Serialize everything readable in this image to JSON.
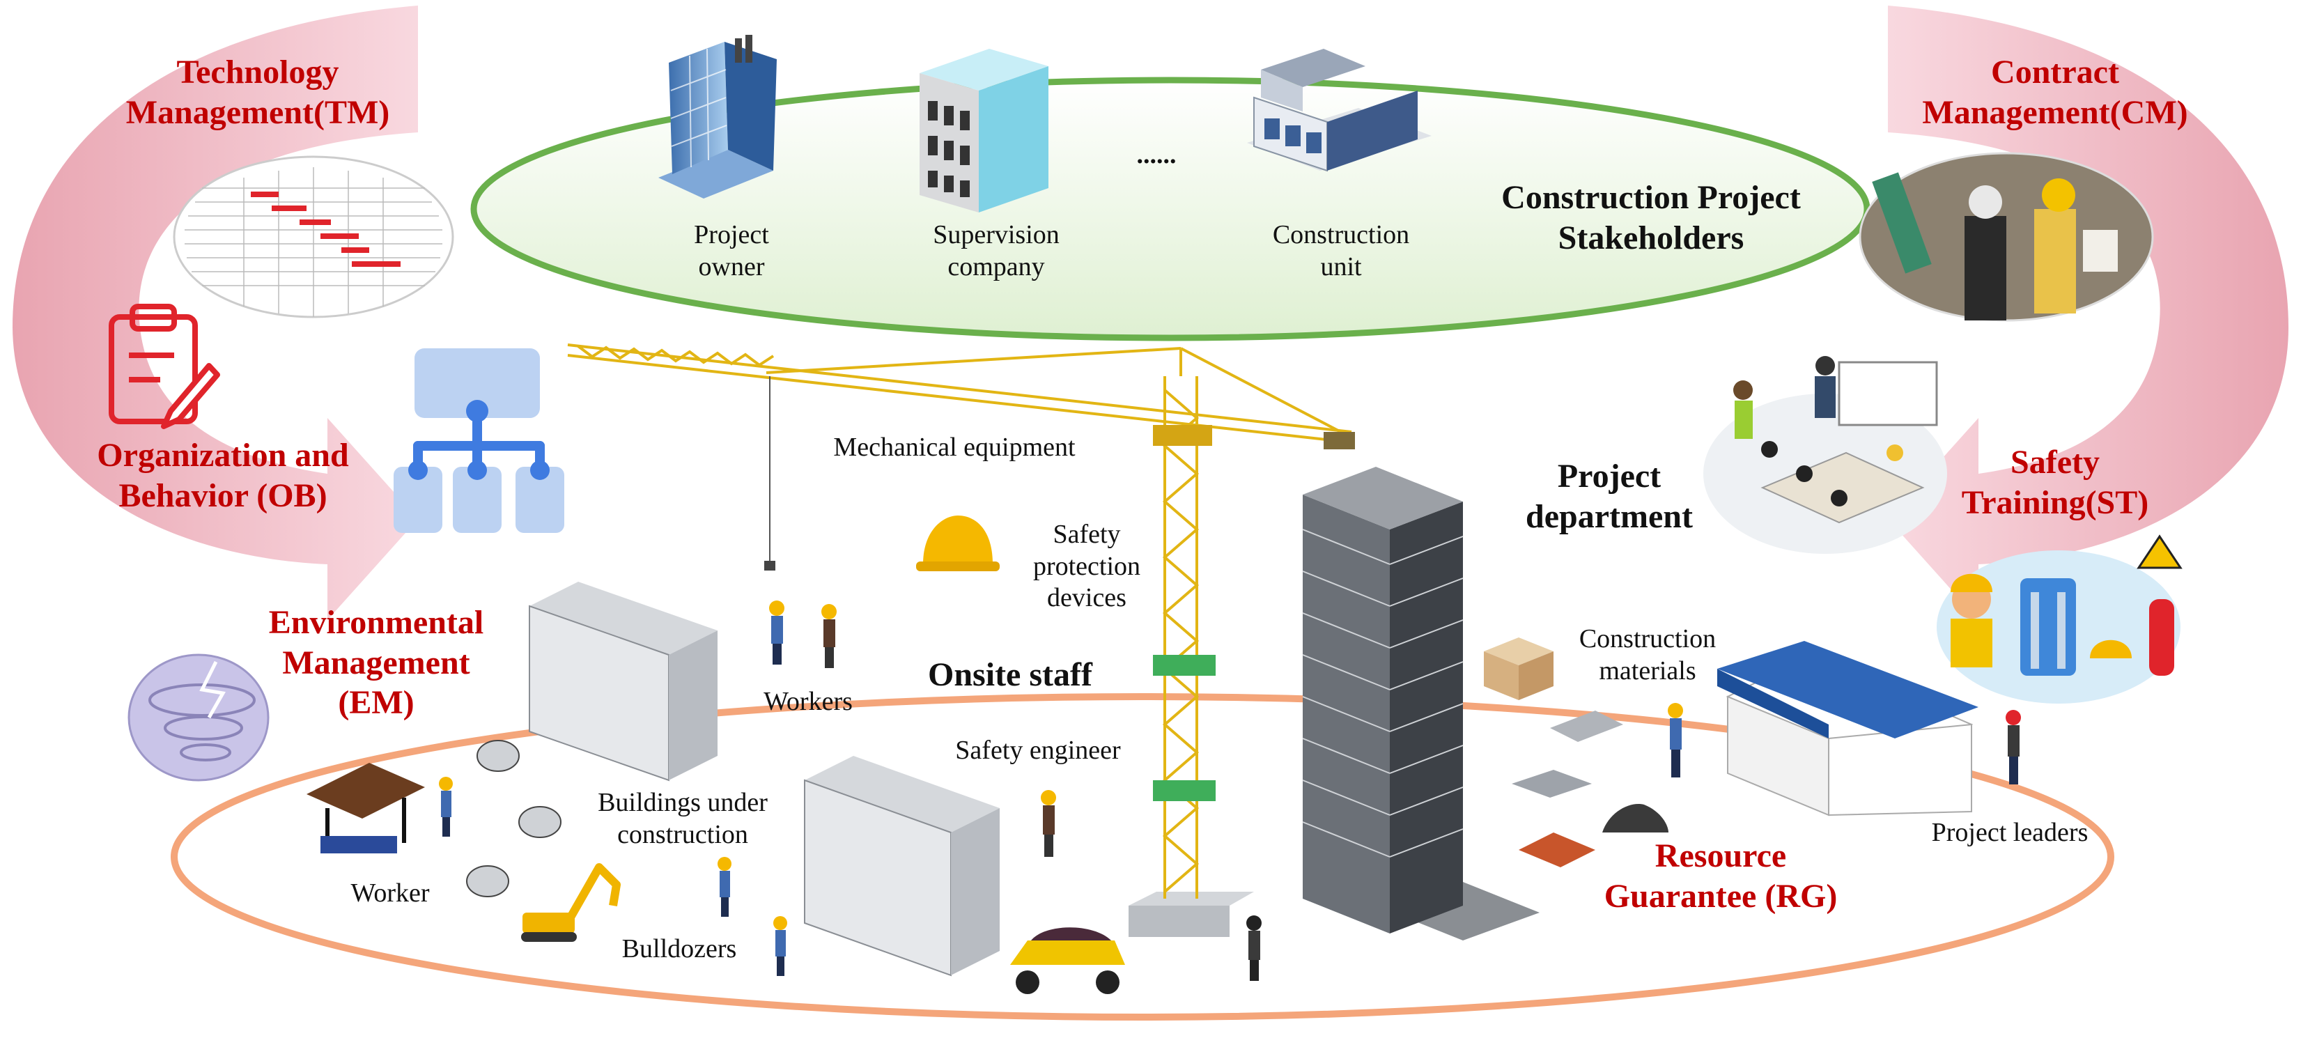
{
  "colors": {
    "accent_red": "#c00000",
    "arrow_pink": "#e8a0b0",
    "stakeholder_ellipse_stroke": "#6ab04c",
    "site_ellipse_stroke": "#f4a57a",
    "crane_yellow": "#f2c418"
  },
  "management_areas": {
    "technology": "Technology\nManagement(TM)",
    "contract": "Contract\nManagement(CM)",
    "organization": "Organization and\nBehavior (OB)",
    "safety_training": "Safety\nTraining(ST)",
    "environmental": "Environmental\nManagement\n(EM)",
    "resource": "Resource\nGuarantee (RG)"
  },
  "stakeholders": {
    "title": "Construction Project\nStakeholders",
    "items": [
      "Project\nowner",
      "Supervision\ncompany",
      "Construction\nunit"
    ],
    "ellipsis": "......"
  },
  "site": {
    "onsite_staff": "Onsite staff",
    "project_department": "Project\ndepartment",
    "mechanical_equipment": "Mechanical equipment",
    "safety_protection_devices": "Safety\nprotection\ndevices",
    "workers": "Workers",
    "safety_engineer": "Safety engineer",
    "buildings_under_construction": "Buildings under\nconstruction",
    "worker": "Worker",
    "bulldozers": "Bulldozers",
    "construction_materials": "Construction\nmaterials",
    "project_leaders": "Project leaders"
  },
  "icons": [
    "gantt-chart-icon",
    "clipboard-icon",
    "org-chart-icon",
    "storm-cloud-icon",
    "office-tower-icon",
    "supervision-building-icon",
    "construction-unit-building-icon",
    "tower-crane-icon",
    "hard-hat-icon",
    "high-rise-building-icon",
    "warehouse-icon",
    "meeting-room-icon",
    "engineers-photo-icon",
    "safety-equipment-icon"
  ]
}
